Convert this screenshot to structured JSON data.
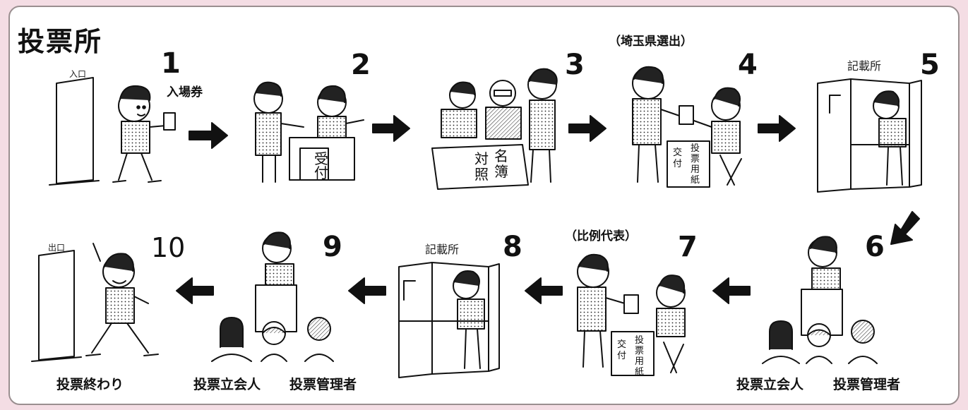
{
  "title": "投票所",
  "steps": [
    {
      "num": "1",
      "label": "入場券",
      "sign": "入口"
    },
    {
      "num": "2",
      "desk": "受付"
    },
    {
      "num": "3",
      "desk_a": "名簿",
      "desk_b": "対照"
    },
    {
      "num": "4",
      "note": "（埼玉県選出）",
      "box_a": "交付",
      "box_b": "投票用紙"
    },
    {
      "num": "5",
      "place": "記載所"
    },
    {
      "num": "6",
      "person_a": "投票立会人",
      "person_b": "投票管理者"
    },
    {
      "num": "7",
      "note": "（比例代表）",
      "box_a": "交付",
      "box_b": "投票用紙"
    },
    {
      "num": "8",
      "place": "記載所"
    },
    {
      "num": "9",
      "person_a": "投票立会人",
      "person_b": "投票管理者"
    },
    {
      "num": "10",
      "label": "投票終わり",
      "sign": "出口"
    }
  ],
  "colors": {
    "background": "#f4dde4",
    "panel": "#ffffff",
    "ink": "#111111"
  }
}
